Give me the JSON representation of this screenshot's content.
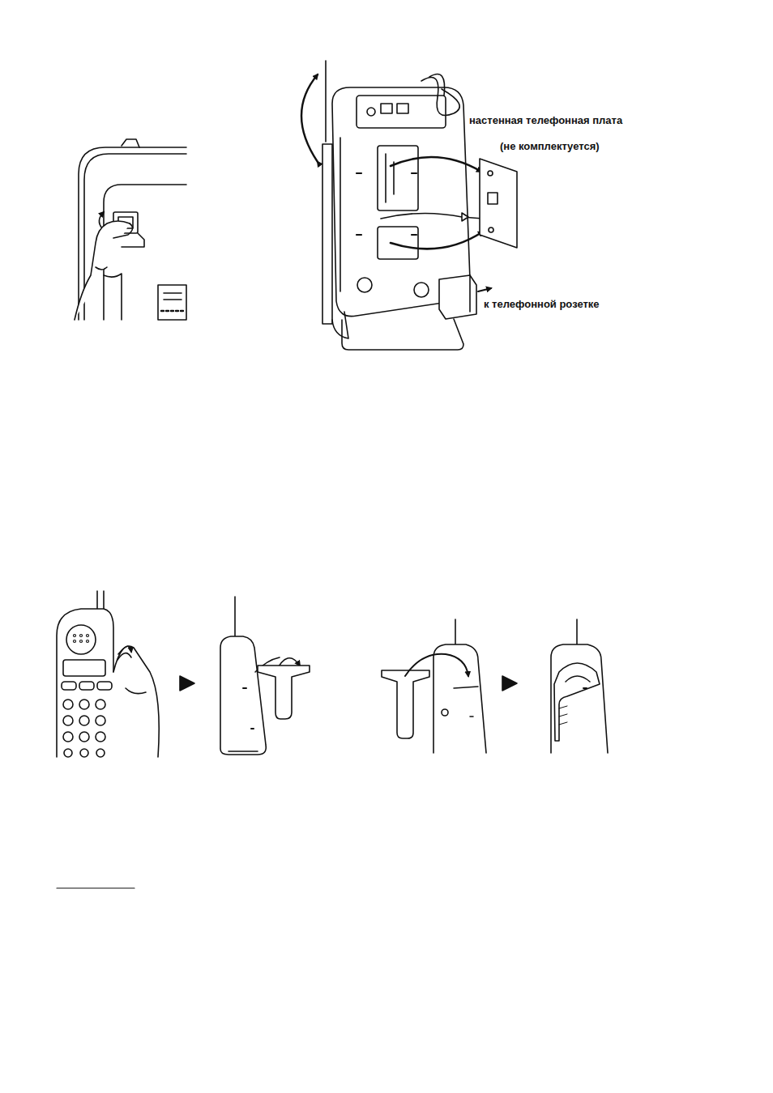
{
  "diagram": {
    "labels": [
      "настенная телефонная плата",
      "(не комплектуется)",
      "к телефонной розетке"
    ]
  }
}
